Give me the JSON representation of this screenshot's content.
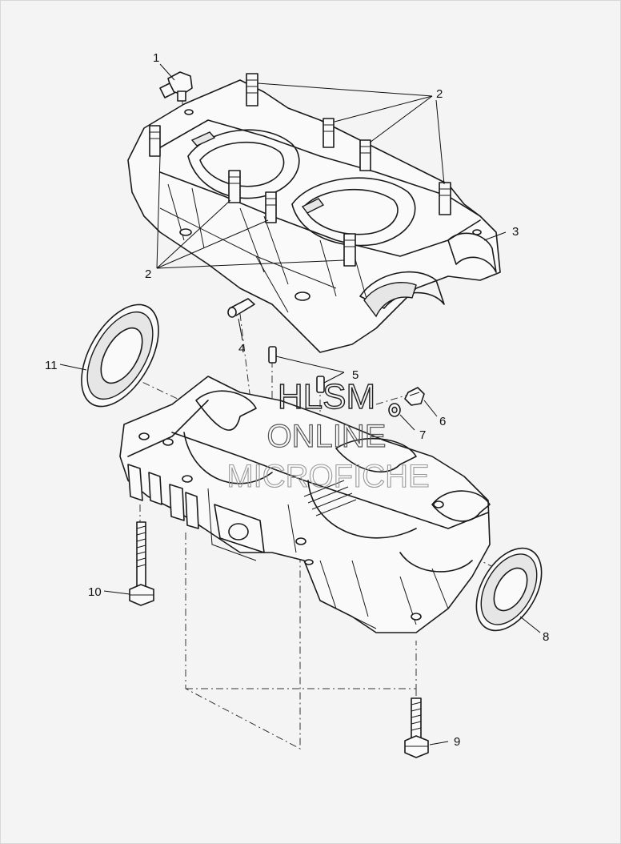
{
  "callouts": {
    "c1": "1",
    "c2a": "2",
    "c2b": "2",
    "c3": "3",
    "c4": "4",
    "c5": "5",
    "c6": "6",
    "c7": "7",
    "c8": "8",
    "c9": "9",
    "c10": "10",
    "c11": "11"
  },
  "watermark": {
    "line1": "HLSM",
    "line2": "ONLINE",
    "line3": "MICROFICHE"
  }
}
